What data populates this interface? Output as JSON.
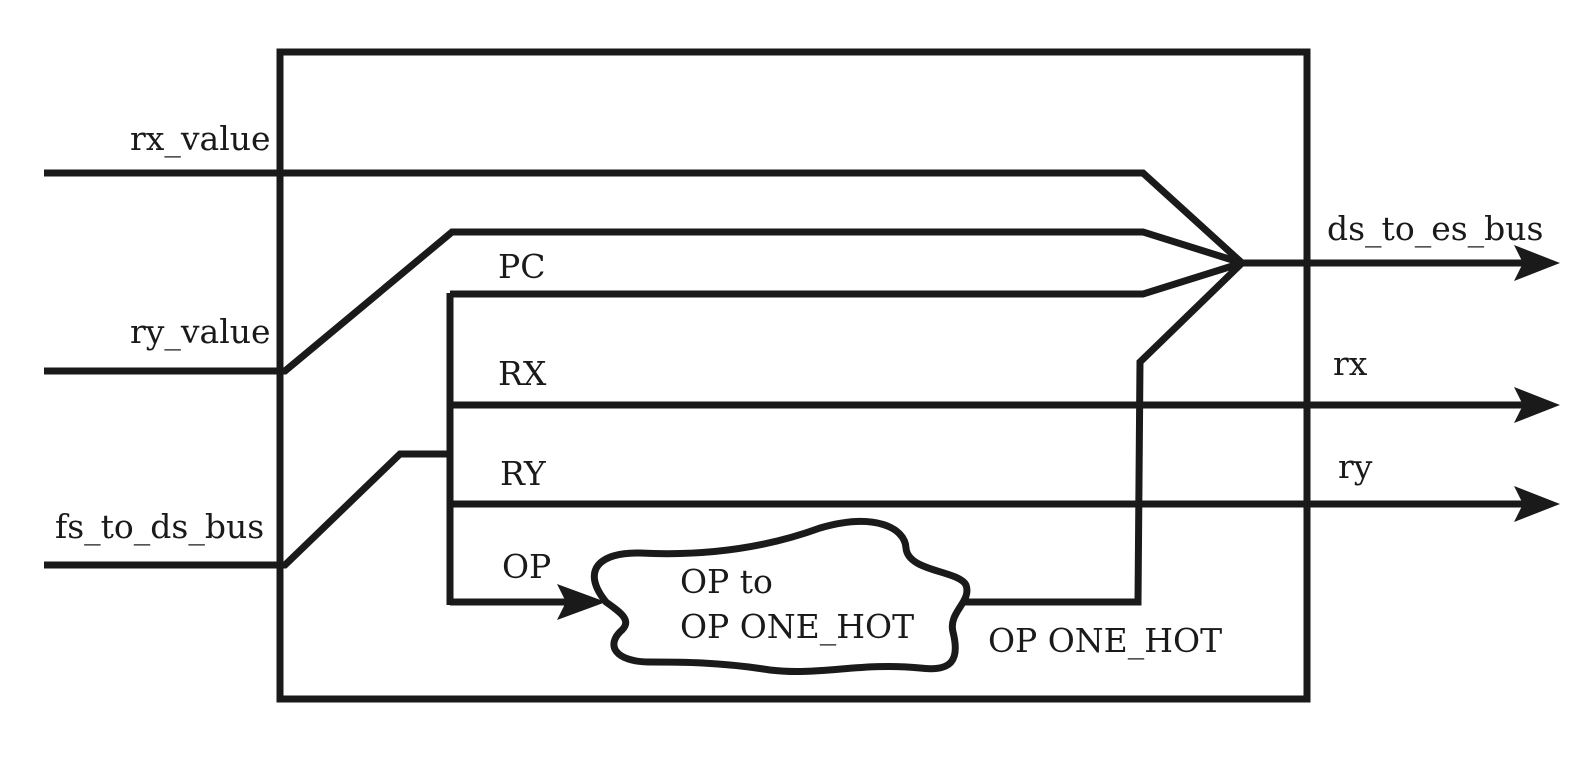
{
  "inputs": {
    "rx_value": "rx_value",
    "ry_value": "ry_value",
    "fs_to_ds_bus": "fs_to_ds_bus"
  },
  "internal": {
    "pc": "PC",
    "rx": "RX",
    "ry": "RY",
    "op": "OP",
    "converter_line1": "OP to",
    "converter_line2": "OP ONE_HOT",
    "op_one_hot": "OP ONE_HOT"
  },
  "outputs": {
    "ds_to_es_bus": "ds_to_es_bus",
    "rx": "rx",
    "ry": "ry"
  },
  "colors": {
    "stroke": "#1a1a1a",
    "background": "#ffffff"
  }
}
